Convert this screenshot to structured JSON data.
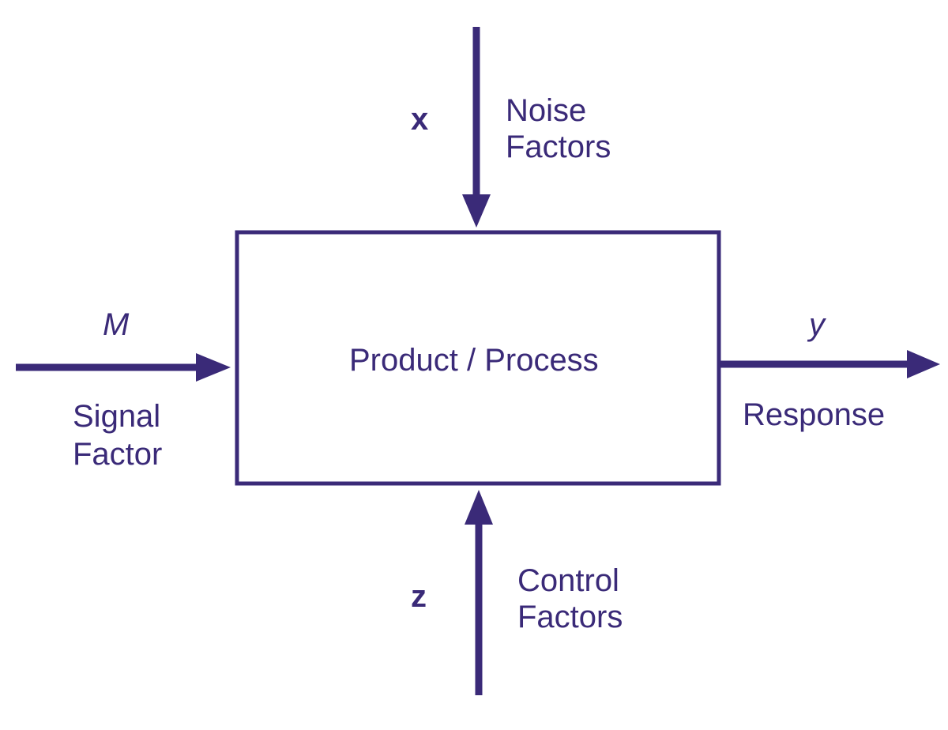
{
  "colors": {
    "ink": "#3a2a78",
    "background": "#ffffff"
  },
  "process_box": {
    "label": "Product / Process"
  },
  "noise": {
    "symbol": "x",
    "line1": "Noise",
    "line2": "Factors"
  },
  "signal": {
    "symbol": "M",
    "line1": "Signal",
    "line2": "Factor"
  },
  "response": {
    "symbol": "y",
    "label": "Response"
  },
  "control": {
    "symbol": "z",
    "line1": "Control",
    "line2": "Factors"
  }
}
